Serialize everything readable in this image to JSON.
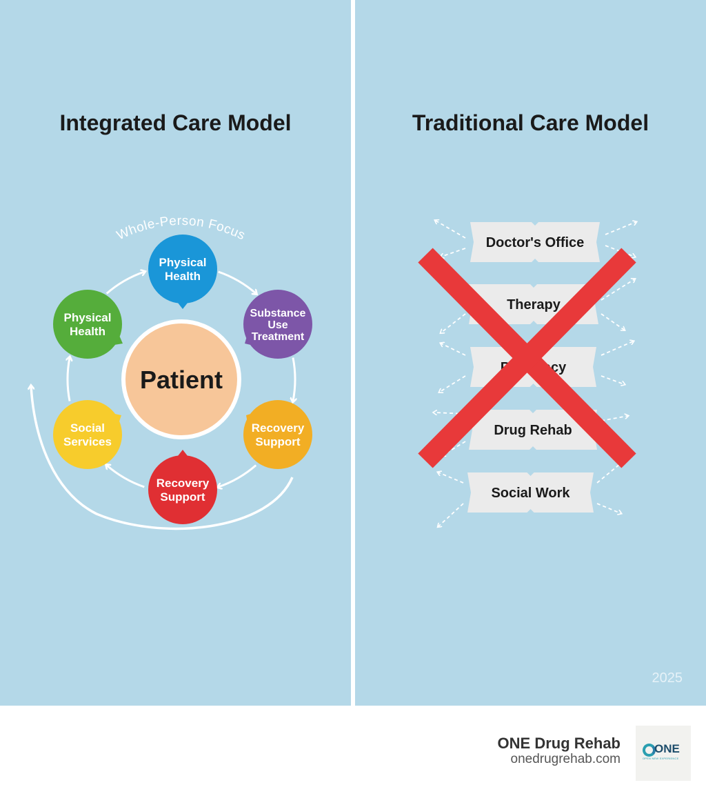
{
  "left_title": "Integrated Care Model",
  "right_title": "Traditional Care Model",
  "arc_label": "Whole-Person Focus",
  "center": "Patient",
  "nodes": [
    {
      "lines": [
        "Physical",
        "Health"
      ],
      "color": "#1a96d8"
    },
    {
      "lines": [
        "Substance",
        "Use",
        "Treatment"
      ],
      "color": "#7d56a8"
    },
    {
      "lines": [
        "Recovery",
        "Support"
      ],
      "color": "#f2ae24"
    },
    {
      "lines": [
        "Recovery",
        "Support"
      ],
      "color": "#e02f33"
    },
    {
      "lines": [
        "Social",
        "Services"
      ],
      "color": "#f7cc2c"
    },
    {
      "lines": [
        "Physical",
        "Health"
      ],
      "color": "#55ad3b"
    }
  ],
  "center_color": "#f7c699",
  "silos": [
    "Doctor's Office",
    "Therapy",
    "Pharmacy",
    "Drug Rehab",
    "Social Work"
  ],
  "cross_color": "#e8393a",
  "year": "2025",
  "brand": "ONE Drug Rehab",
  "url": "onedrugrehab.com",
  "logo_text": "ONE",
  "logo_tagline": "OPEN NEW EXPERIENCE"
}
